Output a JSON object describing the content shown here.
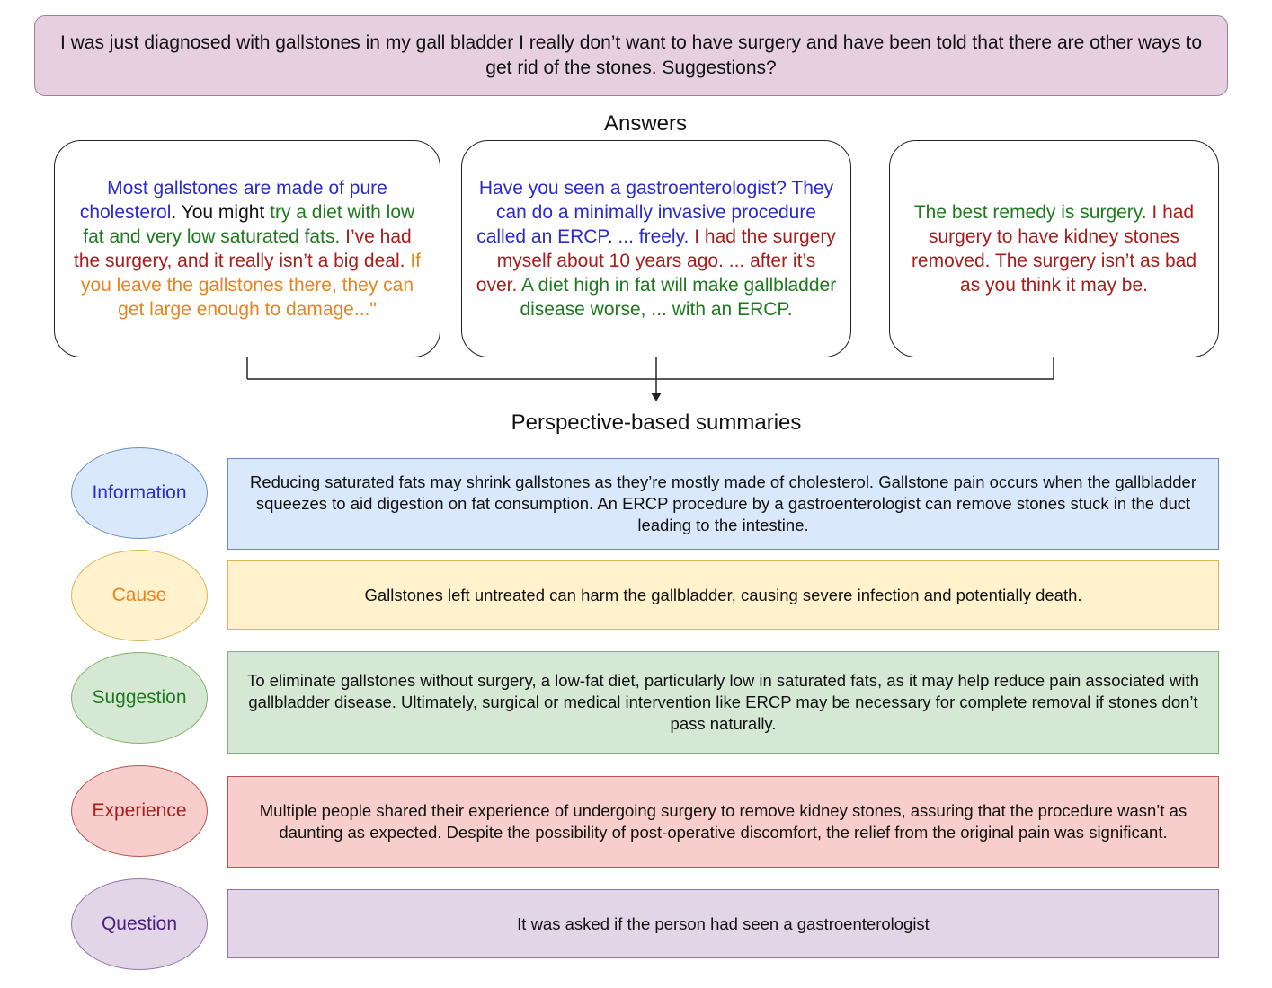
{
  "question": {
    "text": "I was just diagnosed with gallstones in my gall bladder I really don’t want to have surgery and have been told that there are other ways to get rid of the stones. Suggestions?"
  },
  "answers_title": "Answers",
  "answers": [
    {
      "segments": [
        {
          "text": "Most gallstones are made of pure cholesterol",
          "color": "#2b2bcc"
        },
        {
          "text": ". You might ",
          "color": "#111111"
        },
        {
          "text": "try a diet with low fat and very low saturated fats. ",
          "color": "#1f7a1f"
        },
        {
          "text": "I’ve had the surgery, and it really isn’t a big deal. ",
          "color": "#a81c1c"
        },
        {
          "text": "If you leave the gallstones there, they can get large enough to damage...\"",
          "color": "#e8841e"
        }
      ]
    },
    {
      "segments": [
        {
          "text": "Have you seen a gastroenterologist? ",
          "color": "#2b2bcc"
        },
        {
          "text": "They can do a minimally invasive procedure called an ERCP",
          "color": "#2b2bcc"
        },
        {
          "text": ". ",
          "color": "#111111"
        },
        {
          "text": "... freely. ",
          "color": "#2b2bcc"
        },
        {
          "text": "I had the surgery myself about 10 years ago. ... after it’s over. ",
          "color": "#a81c1c"
        },
        {
          "text": "A diet high in fat will make gallbladder disease worse, ... with an ERCP.",
          "color": "#1f7a1f"
        }
      ]
    },
    {
      "segments": [
        {
          "text": "The best remedy is surgery. ",
          "color": "#1f7a1f"
        },
        {
          "text": "I had surgery to have kidney stones removed. The surgery isn’t as bad as you think it may be.",
          "color": "#a81c1c"
        }
      ]
    }
  ],
  "summaries_title": "Perspective-based summaries",
  "perspectives": [
    {
      "label": "Information",
      "text": "Reducing saturated fats may shrink gallstones as they’re mostly made of cholesterol. Gallstone pain occurs when the gallbladder squeezes to aid digestion on fat consumption. An ERCP procedure by a gastroenterologist can remove stones stuck in the duct leading to the intestine.",
      "label_color": "#2b2bcc",
      "fill": "#dae8fc",
      "stroke": "#6c8ebf"
    },
    {
      "label": "Cause",
      "text": "Gallstones left untreated can harm the gallbladder, causing severe infection and potentially death.",
      "label_color": "#e8841e",
      "fill": "#fff2cc",
      "stroke": "#d6b656"
    },
    {
      "label": "Suggestion",
      "text": "To eliminate gallstones without surgery, a low-fat diet, particularly low in saturated fats, as it may help reduce pain associated with gallbladder disease. Ultimately, surgical or medical intervention like ERCP may be necessary for complete removal if stones don’t pass naturally.",
      "label_color": "#1f7a1f",
      "fill": "#d5e8d4",
      "stroke": "#82b366"
    },
    {
      "label": "Experience",
      "text": "Multiple people shared their experience of undergoing surgery to remove kidney stones, assuring that the procedure wasn’t as daunting as expected. Despite the possibility of post-operative discomfort, the relief from the original pain was significant.",
      "label_color": "#a81c1c",
      "fill": "#f8cecc",
      "stroke": "#b85450"
    },
    {
      "label": "Question",
      "text": "It was asked if the person had seen a gastroenterologist",
      "label_color": "#4b1f7a",
      "fill": "#e1d5e7",
      "stroke": "#9673a6"
    }
  ]
}
